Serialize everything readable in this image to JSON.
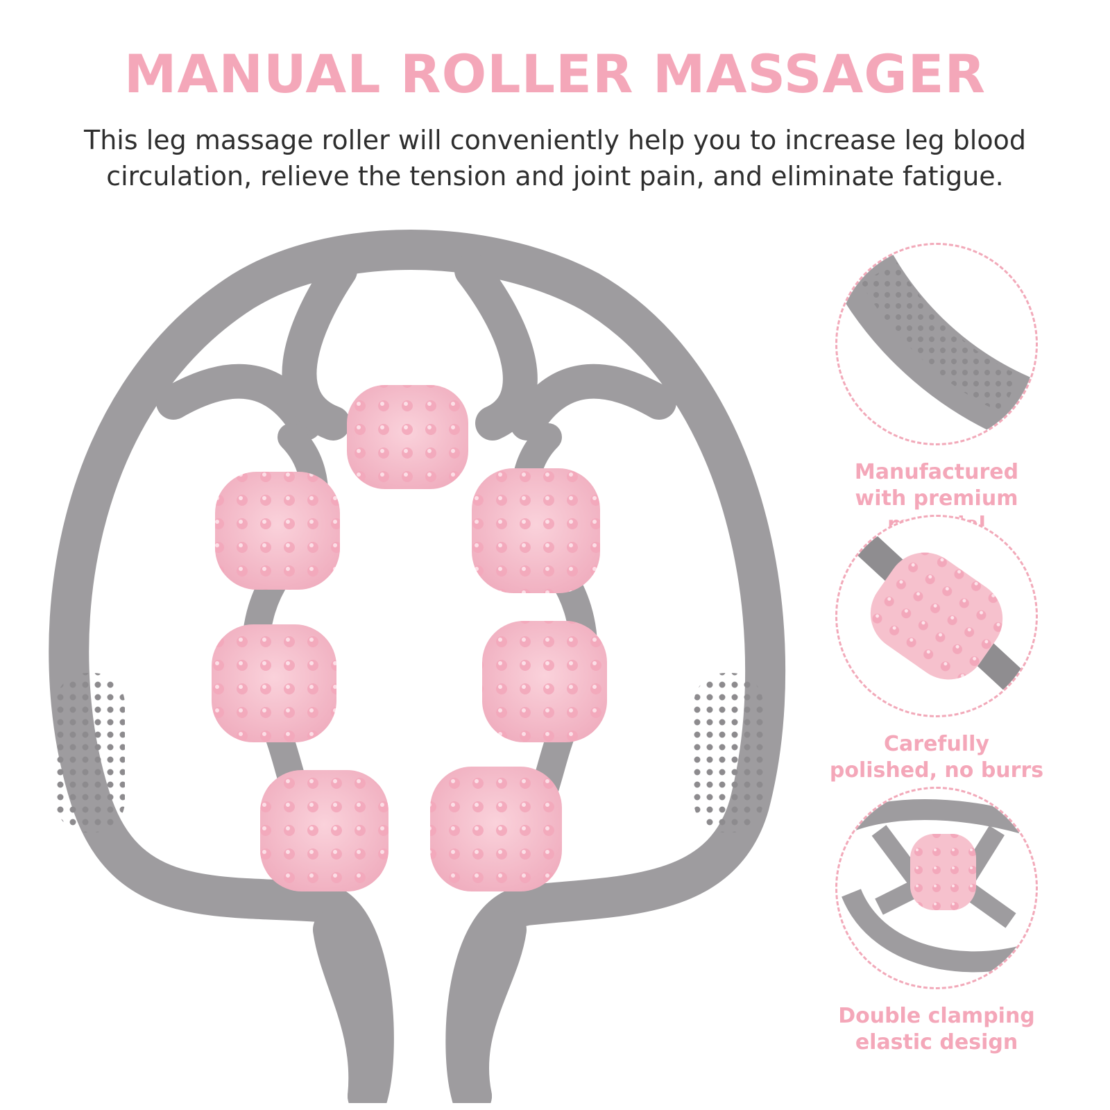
{
  "header": {
    "title": "MANUAL ROLLER MASSAGER",
    "description": "This leg massage roller will conveniently help you to increase leg blood circulation, relieve the tension and joint pain, and eliminate fatigue."
  },
  "features": [
    {
      "label": "Manufactured with premium material",
      "icon": "textured-handle-closeup"
    },
    {
      "label": "Carefully polished, no burrs",
      "icon": "roller-closeup"
    },
    {
      "label": "Double clamping elastic design",
      "icon": "frame-closeup"
    }
  ],
  "colors": {
    "accent": "#f4a7b9",
    "frame_gray": "#9e9c9f",
    "roller_pink": "#f6c1cd",
    "dashed_border": "#f2a9b9",
    "text_dark": "#2e2e2e"
  }
}
